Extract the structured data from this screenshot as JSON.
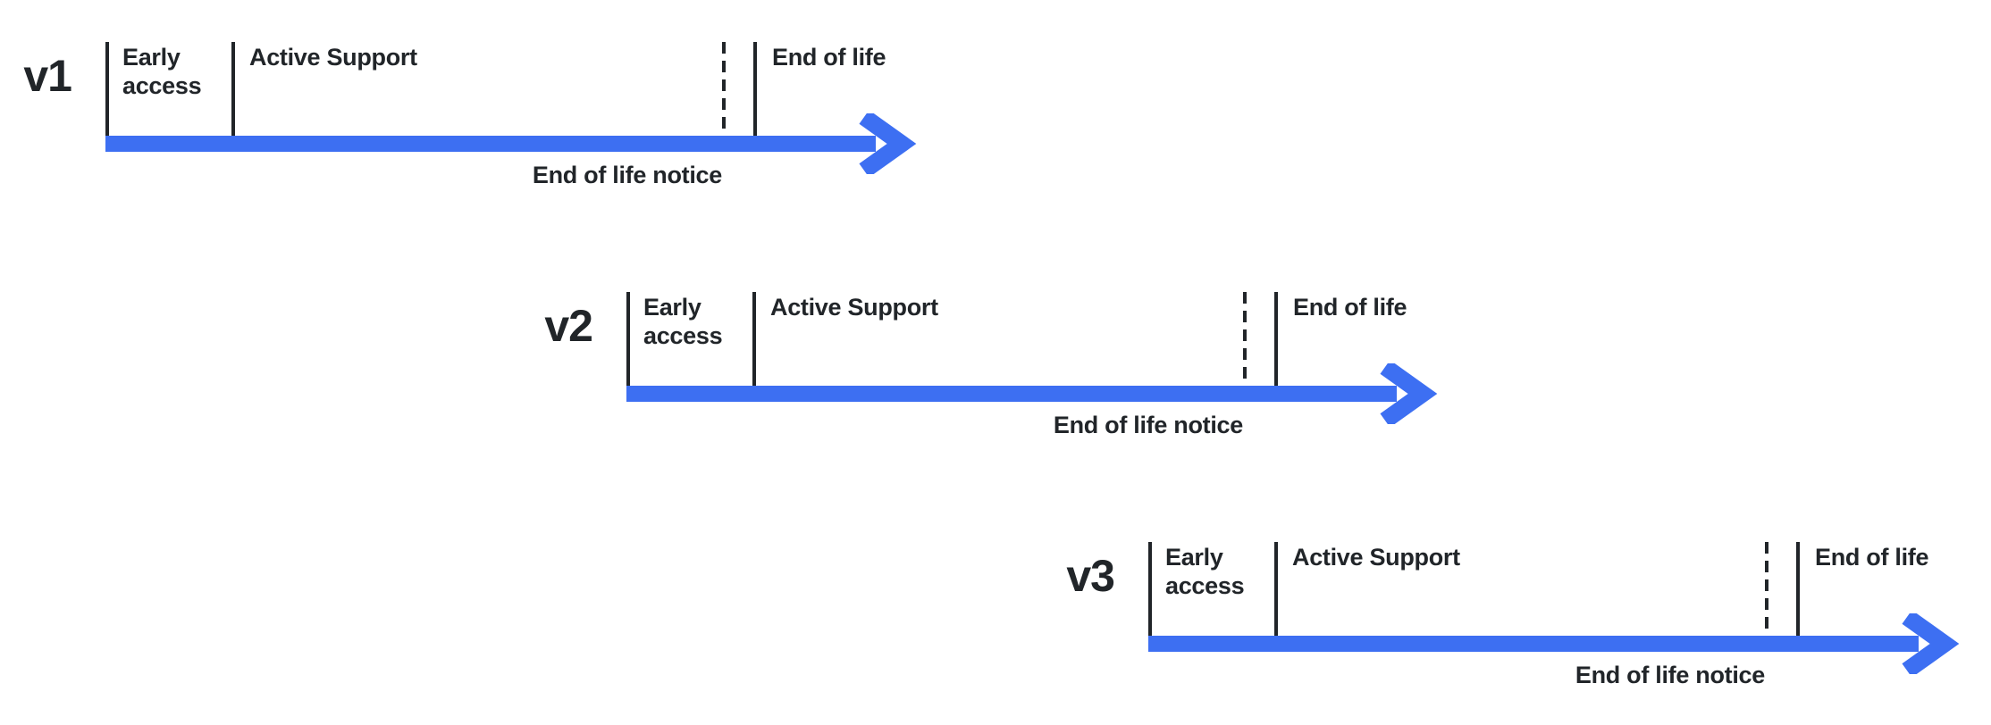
{
  "diagram": {
    "kind": "version-lifecycle-timelines"
  },
  "colors": {
    "arrow_blue": "#3D6FF2",
    "ink": "#212529",
    "background": "#ffffff"
  },
  "phase_labels": {
    "early_access": "Early access",
    "active_support": "Active Support",
    "end_of_life": "End of life",
    "end_of_life_notice": "End of life notice"
  },
  "timelines": [
    {
      "version": "v1"
    },
    {
      "version": "v2"
    },
    {
      "version": "v3"
    }
  ]
}
